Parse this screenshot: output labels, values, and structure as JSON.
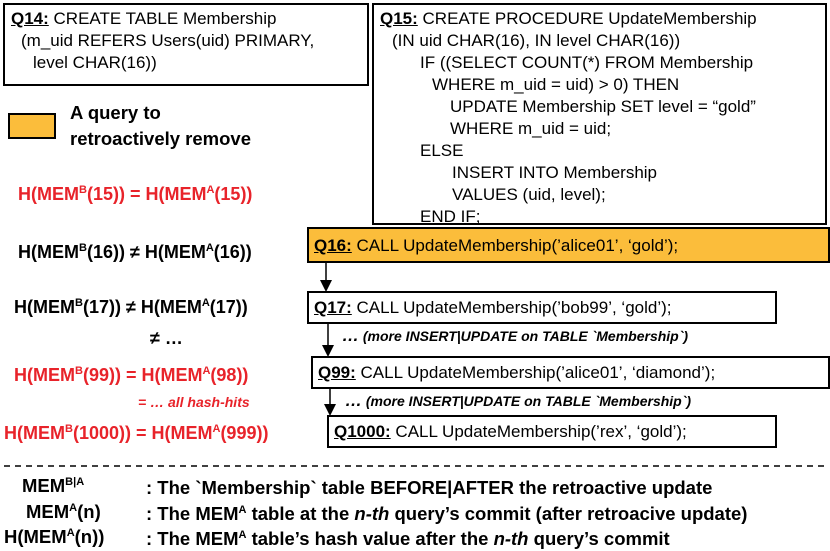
{
  "q14": {
    "id": "Q14:",
    "line1": " CREATE TABLE Membership",
    "line2": "(m_uid REFERS Users(uid) PRIMARY,",
    "line3": "level CHAR(16))"
  },
  "q15": {
    "id": "Q15:",
    "line1": " CREATE PROCEDURE UpdateMembership",
    "line2": "(IN uid CHAR(16), IN level CHAR(16))",
    "line3": "IF ((SELECT COUNT(*) FROM Membership",
    "line4": "WHERE m_uid = uid) > 0) THEN",
    "line5": "UPDATE Membership SET level = “gold”",
    "line6": "WHERE m_uid = uid;",
    "line7": "ELSE",
    "line8": "INSERT INTO Membership",
    "line9": "VALUES (uid, level);",
    "line10": "END IF;"
  },
  "key": {
    "line1": "A query to",
    "line2": "retroactively remove",
    "swatch_color": "#fbbd3b"
  },
  "hashes": {
    "h15": {
      "pre": "H(MEM",
      "sup1": "B",
      "mid": "(15)) = H(MEM",
      "sup2": "A",
      "post": "(15))"
    },
    "h16": {
      "pre": "H(MEM",
      "sup1": "B",
      "mid": "(16)) ≠ H(MEM",
      "sup2": "A",
      "post": "(16))"
    },
    "h17": {
      "pre": "H(MEM",
      "sup1": "B",
      "mid": "(17)) ≠ H(MEM",
      "sup2": "A",
      "post": "(17))"
    },
    "neq_more": "≠  …",
    "h99": {
      "pre": "H(MEM",
      "sup1": "B",
      "mid": "(99)) = H(MEM",
      "sup2": "A",
      "post": "(98))"
    },
    "all_hits": "= … all hash-hits",
    "h1000": {
      "pre": "H(MEM",
      "sup1": "B",
      "mid": "(1000)) = H(MEM",
      "sup2": "A",
      "post": "(999))"
    }
  },
  "queries": {
    "q16": {
      "id": "Q16:",
      "text": " CALL UpdateMembership(’alice01’, ‘gold’);"
    },
    "q17": {
      "id": "Q17:",
      "text": " CALL UpdateMembership(’bob99’, ‘gold’);"
    },
    "more1": {
      "dots": "…",
      "text": " (more INSERT|UPDATE on TABLE `Membership`)"
    },
    "q99": {
      "id": "Q99:",
      "text": " CALL UpdateMembership(’alice01’, ‘diamond’);"
    },
    "more2": {
      "dots": "…",
      "text": " (more INSERT|UPDATE on TABLE `Membership`)"
    },
    "q1000": {
      "id": "Q1000:",
      "text": " CALL UpdateMembership(’rex’, ‘gold’);"
    }
  },
  "legend": {
    "row1": {
      "a": "MEM",
      "sup": "B|A",
      "b": "",
      "desc": ": The `Membership` table BEFORE|AFTER the retroactive update"
    },
    "row2": {
      "a": "MEM",
      "sup": "A",
      "b": "(n)",
      "desc1": ": The MEM",
      "desc_sup": "A",
      "desc2": " table at the ",
      "desc_it": "n-th",
      "desc3": " query’s commit (after retroacive update)"
    },
    "row3": {
      "a": "H(MEM",
      "sup": "A",
      "b": "(n))",
      "desc1": ": The MEM",
      "desc_sup": "A",
      "desc2": " table’s hash value after the  ",
      "desc_it": "n-th",
      "desc3": " query’s commit"
    }
  },
  "colors": {
    "red": "#e8232a",
    "highlight": "#fbbd3b"
  }
}
